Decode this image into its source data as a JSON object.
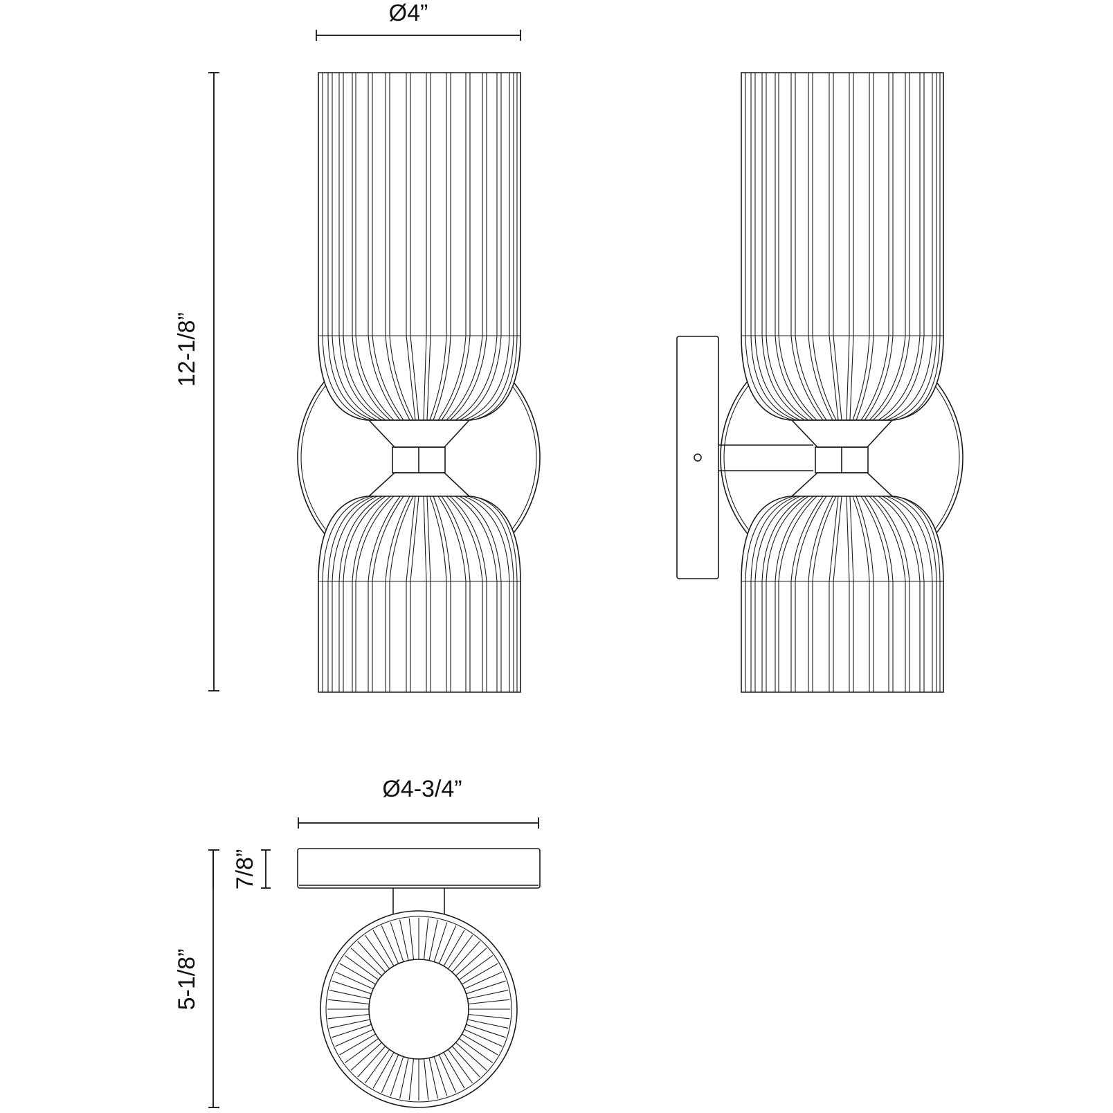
{
  "drawing": {
    "title": "Double wall sconce dimension drawing",
    "views": [
      "front",
      "side",
      "top"
    ],
    "stroke_color": "#1a1a1a",
    "background": "#ffffff"
  },
  "dimensions": {
    "shade_diameter": "Ø4”",
    "overall_height": "12-1/8”",
    "backplate_diameter": "Ø4-3/4”",
    "backplate_depth": "7/8”",
    "extension": "5-1/8”"
  }
}
